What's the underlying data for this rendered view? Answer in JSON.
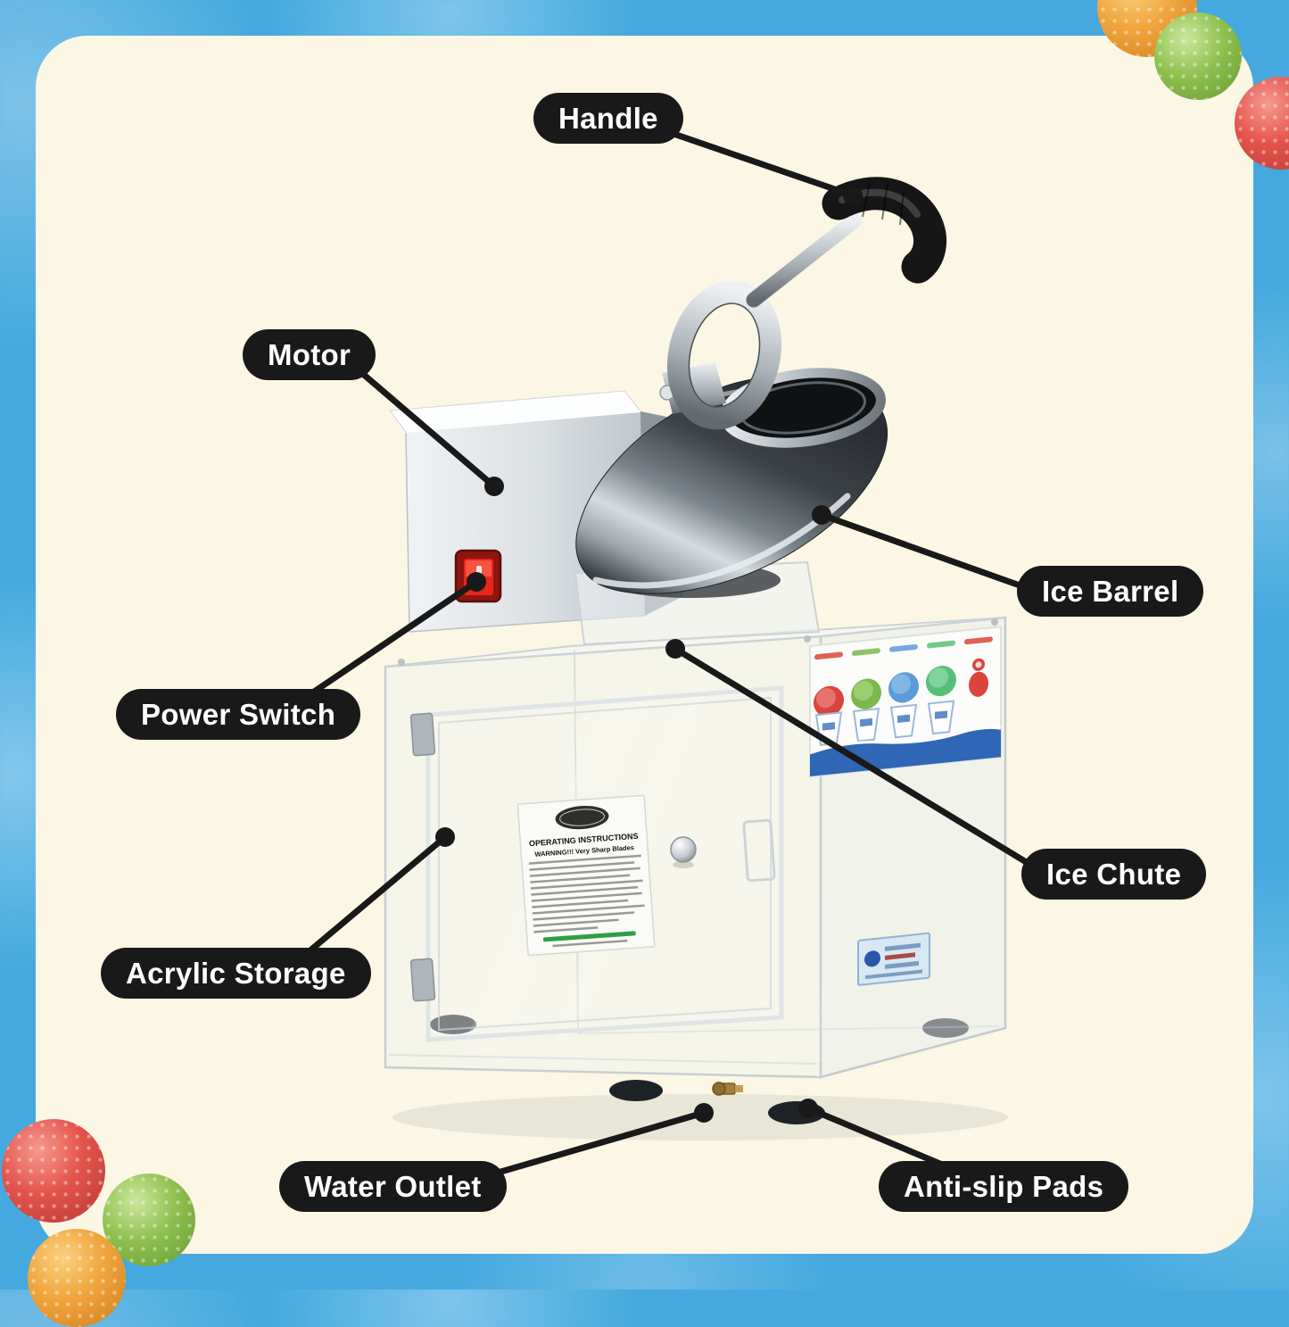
{
  "page": {
    "type": "product-callout-diagram",
    "product": "Snow Cone / Shaved Ice Machine"
  },
  "colors": {
    "border_blue": "#45A9DF",
    "panel_cream": "#FBF7E4",
    "callout_pill": "#191919",
    "callout_text": "#FFFFFF",
    "switch_red": "#E7271A",
    "decal_blue": "#2F66B5",
    "ball_red": "#E4534B",
    "ball_green": "#8FC14F",
    "ball_yellow": "#F0A43C"
  },
  "callouts": [
    {
      "id": "handle",
      "label": "Handle"
    },
    {
      "id": "motor",
      "label": "Motor"
    },
    {
      "id": "power-switch",
      "label": "Power Switch"
    },
    {
      "id": "acrylic-storage",
      "label": "Acrylic Storage"
    },
    {
      "id": "water-outlet",
      "label": "Water Outlet"
    },
    {
      "id": "ice-barrel",
      "label": "Ice Barrel"
    },
    {
      "id": "ice-chute",
      "label": "Ice Chute"
    },
    {
      "id": "anti-slip-pads",
      "label": "Anti-slip Pads"
    }
  ],
  "machine": {
    "sticker": {
      "title": "OPERATING INSTRUCTIONS",
      "warning": "WARNING!!! Very Sharp Blades"
    }
  },
  "decorations": {
    "candy_balls": [
      {
        "position": "top-right",
        "colors": [
          "yellow",
          "green",
          "red"
        ]
      },
      {
        "position": "bottom-left",
        "colors": [
          "red",
          "green",
          "yellow"
        ]
      }
    ]
  }
}
